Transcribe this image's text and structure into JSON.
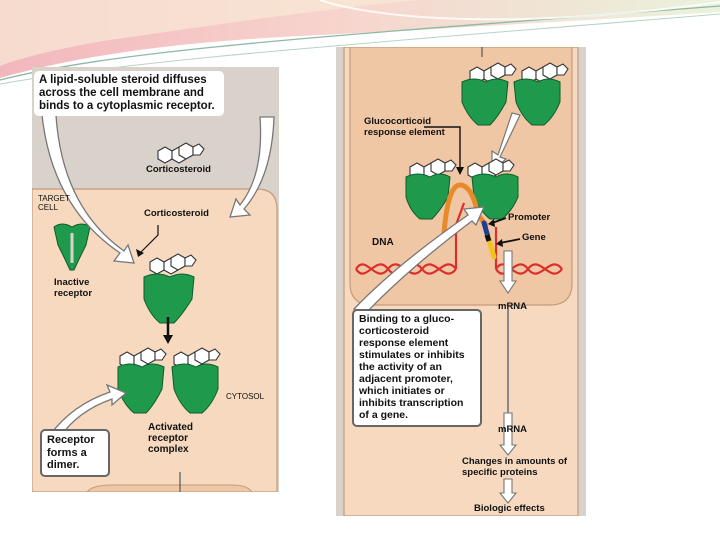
{
  "left": {
    "intro_callout": "A lipid-soluble steroid diffuses across the cell membrane and binds to a cytoplasmic receptor.",
    "corticosteroid_outside": "Corticosteroid",
    "target_cell": "TARGET CELL",
    "corticosteroid_inside": "Corticosteroid",
    "inactive_receptor": "Inactive receptor",
    "cytosol": "CYTOSOL",
    "dimer_callout": "Receptor forms a dimer.",
    "activated_complex": "Activated receptor complex"
  },
  "right": {
    "gre_label": "Glucocorticoid response element",
    "promoter_label": "Promoter",
    "gene_label": "Gene",
    "dna_label": "DNA",
    "mrna_nucleus": "mRNA",
    "binding_callout": "Binding to a gluco-corticosteroid response element stimulates or inhibits the activity of an adjacent promoter, which initiates or inhibits transcription of a gene.",
    "mrna_cytoplasm": "mRNA",
    "changes_label": "Changes in amounts of specific proteins",
    "effects_label": "Biologic effects"
  },
  "colors": {
    "receptor_green": "#1f9a4c",
    "cell_fill": "#f6d9bf",
    "nucleus_fill": "#f0c7a5",
    "background_gray": "#d9d2cb",
    "dna_red": "#d9302c",
    "gre_orange": "#e8892a"
  }
}
